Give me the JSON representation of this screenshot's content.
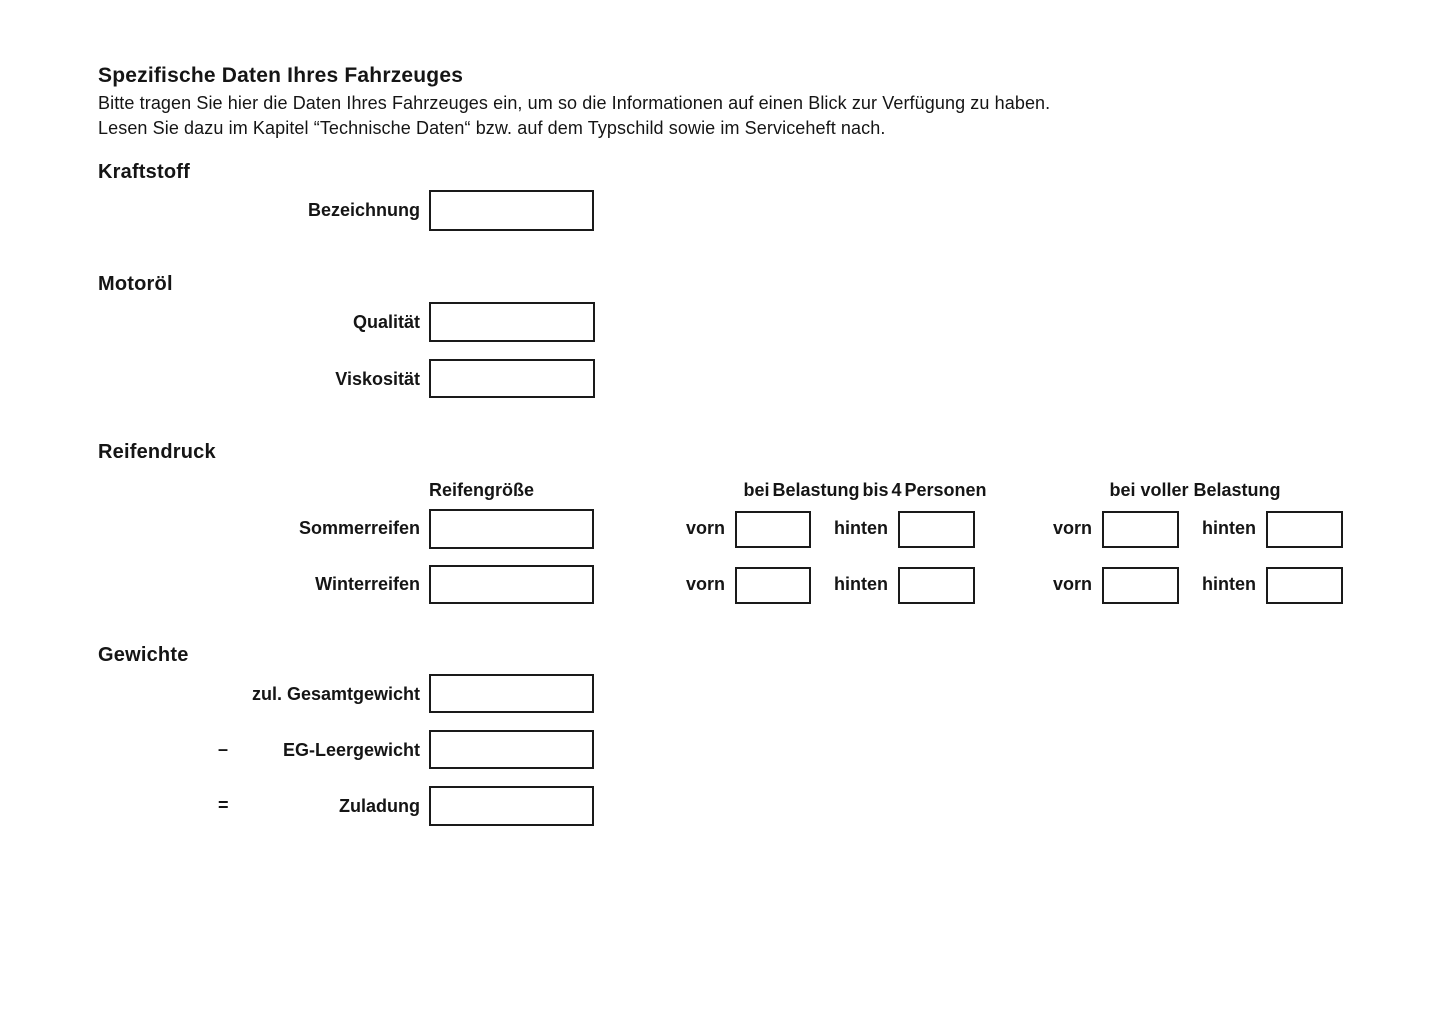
{
  "page": {
    "title": "Spezifische Daten Ihres Fahrzeuges",
    "intro_line1": "Bitte tragen Sie hier die Daten Ihres Fahrzeuges ein, um so die Informationen auf einen Blick zur Verfügung zu haben.",
    "intro_line2": "Lesen Sie dazu im Kapitel “Technische Daten“ bzw. auf dem Typschild sowie im Serviceheft nach."
  },
  "kraftstoff": {
    "heading": "Kraftstoff",
    "bezeichnung": {
      "label": "Bezeichnung",
      "value": ""
    }
  },
  "motoroel": {
    "heading": "Motoröl",
    "qualitaet": {
      "label": "Qualität",
      "value": ""
    },
    "viskositaet": {
      "label": "Viskosität",
      "value": ""
    }
  },
  "reifendruck": {
    "heading": "Reifendruck",
    "columns": {
      "reifengroesse": "Reifengröße",
      "belastung4": "bei Belastung bis 4 Personen",
      "voll": "bei voller Belastung"
    },
    "vorn_label": "vorn",
    "hinten_label": "hinten",
    "rows": [
      {
        "label": "Sommerreifen",
        "reifengroesse": "",
        "belastung4_vorn": "",
        "belastung4_hinten": "",
        "voll_vorn": "",
        "voll_hinten": ""
      },
      {
        "label": "Winterreifen",
        "reifengroesse": "",
        "belastung4_vorn": "",
        "belastung4_hinten": "",
        "voll_vorn": "",
        "voll_hinten": ""
      }
    ]
  },
  "gewichte": {
    "heading": "Gewichte",
    "rows": [
      {
        "operator": "",
        "label": "zul. Gesamtgewicht",
        "value": ""
      },
      {
        "operator": "–",
        "label": "EG-Leergewicht",
        "value": ""
      },
      {
        "operator": "=",
        "label": "Zuladung",
        "value": ""
      }
    ]
  }
}
